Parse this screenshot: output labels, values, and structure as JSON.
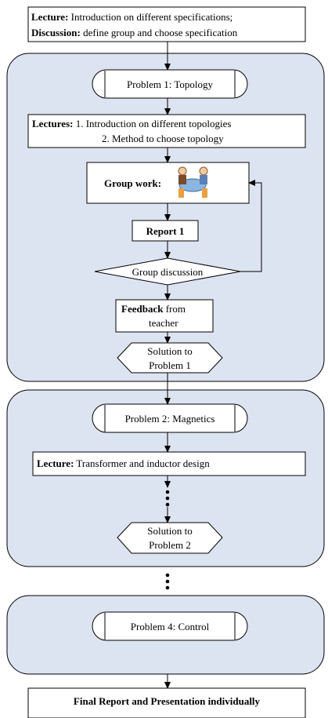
{
  "top_box": {
    "line1_bold": "Lecture:",
    "line1_rest": " Introduction on different  specifications;",
    "line2_bold": "Discussion:",
    "line2_rest": " define group and choose specification"
  },
  "problem1": {
    "title": "Problem 1: Topology",
    "lectures_bold": "Lectures:",
    "lectures_line1_rest": " 1. Introduction on different topologies",
    "lectures_line2": "2. Method to choose topology",
    "group_work": "Group work:",
    "report": "Report 1",
    "discussion": "Group discussion",
    "feedback_bold": "Feedback",
    "feedback_rest": " from",
    "feedback_line2": "teacher",
    "solution_line1": "Solution to",
    "solution_line2": "Problem 1"
  },
  "problem2": {
    "title": "Problem 2: Magnetics",
    "lecture_bold": "Lecture:",
    "lecture_rest": " Transformer and inductor design",
    "solution_line1": "Solution to",
    "solution_line2": "Problem 2"
  },
  "problem4": {
    "title": "Problem 4:  Control"
  },
  "final_box": {
    "label": "Final Report and  Presentation individually"
  },
  "colors": {
    "panel_fill": "#dde4f1",
    "stroke": "#000000",
    "box_fill": "#ffffff"
  }
}
